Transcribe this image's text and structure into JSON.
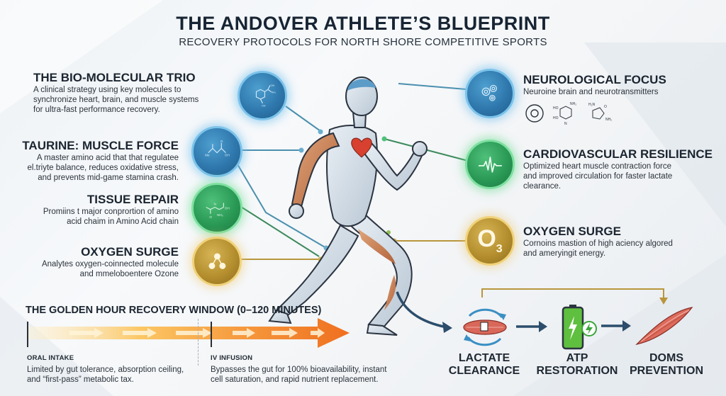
{
  "header": {
    "title": "THE ANDOVER ATHLETE’S BLUEPRINT",
    "subtitle": "RECOVERY PROTOCOLS FOR NORTH SHORE COMPETITIVE SPORTS"
  },
  "left_sections": [
    {
      "heading": "THE BIO-MOLECULAR TRIO",
      "lines": [
        "A clinical strategy using key molecules to",
        "synchronize heart, brain, and muscle systems",
        "for ultra-fast performance recovery."
      ],
      "icon": "amino-acid-molecule-icon",
      "color": "blue"
    },
    {
      "heading": "TAURINE: MUSCLE FORCE",
      "lines": [
        "A master amino acid that that regulatee",
        "el.triyte balance, reduces oxidative stress,",
        "and prevents mid-game stamina crash."
      ],
      "icon": "taurine-molecule-icon",
      "color": "blue"
    },
    {
      "heading": "TISSUE REPAIR",
      "lines": [
        "Promiins t major conprortion of amino",
        "acid chaim in Amino Acid chain"
      ],
      "icon": "peptide-molecule-icon",
      "color": "green"
    },
    {
      "heading": "OXYGEN SURGE",
      "lines": [
        "Analytes oxygen-coinnected molecule",
        "and mmeloboentere Ozone"
      ],
      "icon": "ozone-molecule-icon",
      "color": "gold"
    }
  ],
  "right_sections": [
    {
      "heading": "NEUROLOGICAL FOCUS",
      "lines": [
        "Neuroine brain and neurotransmitters"
      ],
      "icon": "gears-icon",
      "color": "blue",
      "sub_icons": [
        "gear-icon",
        "neurotransmitter-molecule-icon",
        "neurotransmitter-molecule-icon"
      ],
      "molecule_labels": [
        "HO",
        "NH₂",
        "HO",
        "N",
        "H",
        "H₂N",
        "O",
        "NH₂"
      ]
    },
    {
      "heading": "CARDIOVASCULAR RESILIENCE",
      "lines": [
        "Optimized heart muscle contraction force",
        "and improved circulation for faster lactate",
        "clearance."
      ],
      "icon": "heartbeat-icon",
      "color": "green"
    },
    {
      "heading": "OXYGEN SURGE",
      "lines": [
        "Cornoins mastion of high aciency algored",
        "and ameryingit energy."
      ],
      "icon": "ozone-o3-icon",
      "icon_text": "O",
      "icon_sub": "3",
      "color": "gold"
    }
  ],
  "molecule_labels": {
    "trio": [
      "OH",
      "NH₂",
      "OH",
      "F"
    ],
    "taurine": [
      "Me",
      "OH",
      "O"
    ],
    "tissue": [
      "H",
      "N",
      "O",
      "NH₃",
      "OH",
      "O"
    ],
    "ozone": [
      "O",
      "O",
      "O"
    ]
  },
  "golden_hour": {
    "title": "THE GOLDEN HOUR RECOVERY WINDOW (0–120 MINUTES)",
    "phases": [
      {
        "label": "ORAL INTAKE",
        "lines": [
          "Limited by gut tolerance, absorption ceiling,",
          "and “first-pass” metabolic tax."
        ]
      },
      {
        "label": "IV INFUSION",
        "lines": [
          "Bypasses the gut for 100% bioavailability, instant",
          "cell saturation, and rapid nutrient replacement."
        ]
      }
    ]
  },
  "process_flow": [
    {
      "line1": "LACTATE",
      "line2": "CLEARANCE",
      "icon": "muscle-cycle-icon"
    },
    {
      "line1": "ATP",
      "line2": "RESTORATION",
      "icon": "battery-charging-icon"
    },
    {
      "line1": "DOMS",
      "line2": "PREVENTION",
      "icon": "muscle-fiber-icon"
    }
  ],
  "colors": {
    "blue": "#2f78ad",
    "green": "#2a9a56",
    "gold": "#b58f2e",
    "orange": "#f07a25",
    "navy_arrow": "#2c4d6b",
    "title": "#172433"
  }
}
